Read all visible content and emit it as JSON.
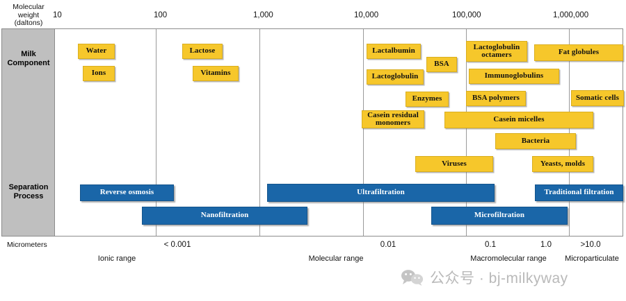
{
  "chart_data": {
    "type": "table",
    "title": "Milk component separation by molecular weight and filtration process",
    "top_axis": {
      "label": "Molecular weight (daltons)",
      "label_lines": [
        "Molecular",
        "weight",
        "(daltons)"
      ],
      "ticks": [
        "10",
        "100",
        "1,000",
        "10,000",
        "100,000",
        "1,000,000"
      ]
    },
    "bottom_axis": {
      "label": "Micrometers",
      "ticks": [
        "< 0.001",
        "0.01",
        "0.1",
        "1.0",
        ">10.0"
      ],
      "ranges": [
        "Ionic range",
        "Molecular range",
        "Macromolecular range",
        "Microparticulate"
      ]
    },
    "row_labels": {
      "milk": "Milk Component",
      "milk_lines": [
        "Milk",
        "Component"
      ],
      "separation": "Separation Process",
      "separation_lines": [
        "Separation",
        "Process"
      ]
    },
    "milk_components": [
      {
        "label": "Water",
        "lines": [
          "Water"
        ]
      },
      {
        "label": "Ions",
        "lines": [
          "Ions"
        ]
      },
      {
        "label": "Lactose",
        "lines": [
          "Lactose"
        ]
      },
      {
        "label": "Vitamins",
        "lines": [
          "Vitamins"
        ]
      },
      {
        "label": "Lactalbumin",
        "lines": [
          "Lactalbumin"
        ]
      },
      {
        "label": "BSA",
        "lines": [
          "BSA"
        ]
      },
      {
        "label": "Lactoglobulin",
        "lines": [
          "Lactoglobulin"
        ]
      },
      {
        "label": "Enzymes",
        "lines": [
          "Enzymes"
        ]
      },
      {
        "label": "Casein residual monomers",
        "lines": [
          "Casein residual",
          "monomers"
        ]
      },
      {
        "label": "Lactoglobulin octamers",
        "lines": [
          "Lactoglobulin",
          "octamers"
        ]
      },
      {
        "label": "Immunoglobulins",
        "lines": [
          "Immunoglobulins"
        ]
      },
      {
        "label": "BSA polymers",
        "lines": [
          "BSA polymers"
        ]
      },
      {
        "label": "Casein micelles",
        "lines": [
          "Casein micelles"
        ]
      },
      {
        "label": "Bacteria",
        "lines": [
          "Bacteria"
        ]
      },
      {
        "label": "Viruses",
        "lines": [
          "Viruses"
        ]
      },
      {
        "label": "Yeasts, molds",
        "lines": [
          "Yeasts, molds"
        ]
      },
      {
        "label": "Fat globules",
        "lines": [
          "Fat globules"
        ]
      },
      {
        "label": "Somatic cells",
        "lines": [
          "Somatic cells"
        ]
      }
    ],
    "separation_processes": [
      {
        "label": "Reverse osmosis"
      },
      {
        "label": "Nanofiltration"
      },
      {
        "label": "Ultrafiltration"
      },
      {
        "label": "Microfiltration"
      },
      {
        "label": "Traditional filtration"
      }
    ],
    "colors": {
      "component_fill": "#F6C72B",
      "process_fill": "#1A66A8",
      "side_column": "#BFBFBF",
      "gridline": "#9A9A9A",
      "frame": "#8C8C8C"
    }
  },
  "watermark": {
    "text": "公众号 · bj-milkyway",
    "icon": "wechat-icon"
  }
}
